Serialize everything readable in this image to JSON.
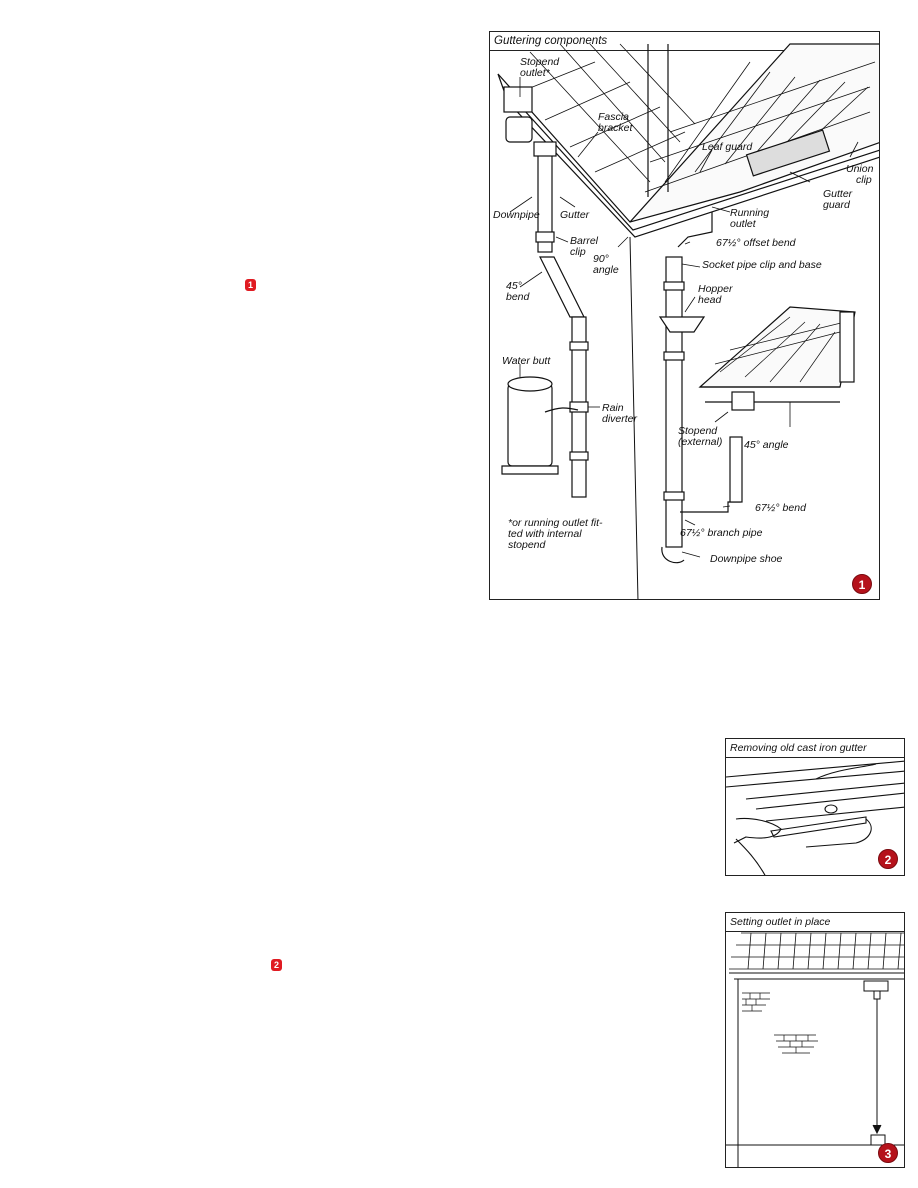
{
  "panel1": {
    "title": "Guttering components",
    "labels": {
      "stopend_outlet_1": "Stopend",
      "stopend_outlet_2": "outlet*",
      "fascia_1": "Fascia",
      "fascia_2": "bracket",
      "leaf_guard": "Leaf guard",
      "union_1": "Union",
      "union_2": "clip",
      "gutter_guard_1": "Gutter",
      "gutter_guard_2": "guard",
      "running_1": "Running",
      "running_2": "outlet",
      "downpipe": "Downpipe",
      "gutter": "Gutter",
      "offset_bend": "67½° offset bend",
      "barrel_1": "Barrel",
      "barrel_2": "clip",
      "angle90_1": "90°",
      "angle90_2": "angle",
      "socket": "Socket pipe clip and base",
      "bend45_1": "45°",
      "bend45_2": "bend",
      "hopper_1": "Hopper",
      "hopper_2": "head",
      "water_butt": "Water butt",
      "rain_1": "Rain",
      "rain_2": "diverter",
      "stopend_ext_1": "Stopend",
      "stopend_ext_2": "(external)",
      "angle45": "45° angle",
      "bend675": "67½° bend",
      "branch": "67½° branch pipe",
      "shoe": "Downpipe shoe",
      "footnote_1": "*or running outlet fit-",
      "footnote_2": "ted with internal",
      "footnote_3": "stopend"
    },
    "marker": "1"
  },
  "panel2": {
    "title": "Removing old cast iron gutter",
    "marker": "2"
  },
  "panel3": {
    "title": "Setting outlet in place",
    "marker": "3"
  },
  "refs": {
    "ref1": "1",
    "ref2": "2"
  },
  "colors": {
    "marker": "#b5121b",
    "line": "#111111"
  }
}
